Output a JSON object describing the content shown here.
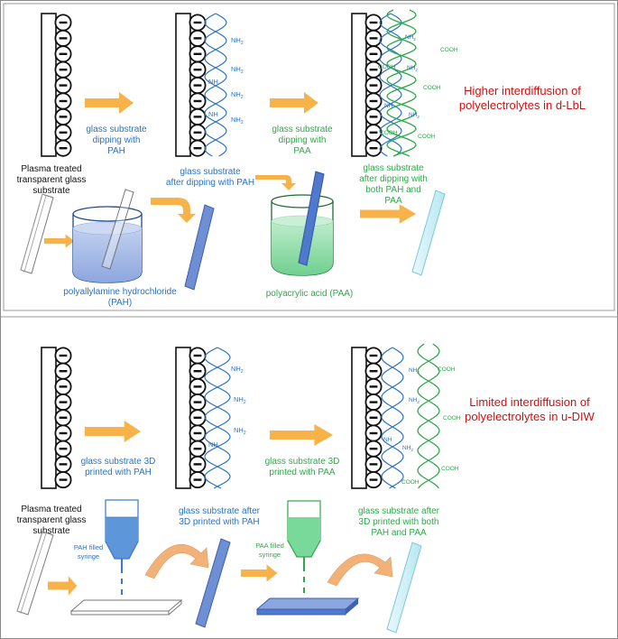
{
  "colors": {
    "pah": "#2a72c4",
    "paa": "#2fa84a",
    "highlight": "#d01010",
    "arrow": "#f7b24a",
    "plain_text": "#111111"
  },
  "icons": [
    "negative-charge-icon",
    "arrow-right-icon",
    "curved-arrow-icon",
    "beaker-icon",
    "syringe-icon",
    "glass-slide-icon",
    "polymer-helix-icon"
  ],
  "chem": {
    "amine": "NH",
    "amine_sub": "2",
    "nh": "NH",
    "cooh": "COOH",
    "charge": "−"
  },
  "top": {
    "step1_line1": "glass substrate",
    "step1_line2": "dipping with",
    "step1_line3": "PAH",
    "step2_line1": "glass substrate",
    "step2_line2": "dipping with",
    "step2_line3": "PAA",
    "plasma_line1": "Plasma treated",
    "plasma_line2": "transparent glass",
    "plasma_line3": "substrate",
    "after_pah_line1": "glass substrate",
    "after_pah_line2": "after dipping with PAH",
    "after_both_line1": "glass substrate",
    "after_both_line2": "after dipping with",
    "after_both_line3": "both PAH and",
    "after_both_line4": "PAA",
    "beaker_pah_line1": "polyallylamine hydrochloride",
    "beaker_pah_line2": "(PAH)",
    "beaker_paa": "polyacrylic acid (PAA)",
    "note_line1": "Higher interdiffusion of",
    "note_line2": "polyelectrolytes in d-LbL"
  },
  "bottom": {
    "step1_line1": "glass substrate 3D",
    "step1_line2": "printed with PAH",
    "step2_line1": "glass substrate 3D",
    "step2_line2": "printed with PAA",
    "plasma_line1": "Plasma treated",
    "plasma_line2": "transparent glass",
    "plasma_line3": "substrate",
    "after_pah_line1": "glass substrate after",
    "after_pah_line2": "3D printed with PAH",
    "after_both_line1": "glass substrate after",
    "after_both_line2": "3D printed with both",
    "after_both_line3": "PAH and PAA",
    "syringe_pah_line1": "PAH filled",
    "syringe_pah_line2": "syringe",
    "syringe_paa_line1": "PAA filled",
    "syringe_paa_line2": "syringe",
    "note_line1": "Limited interdiffusion of",
    "note_line2": "polyelectrolytes in u-DIW"
  }
}
